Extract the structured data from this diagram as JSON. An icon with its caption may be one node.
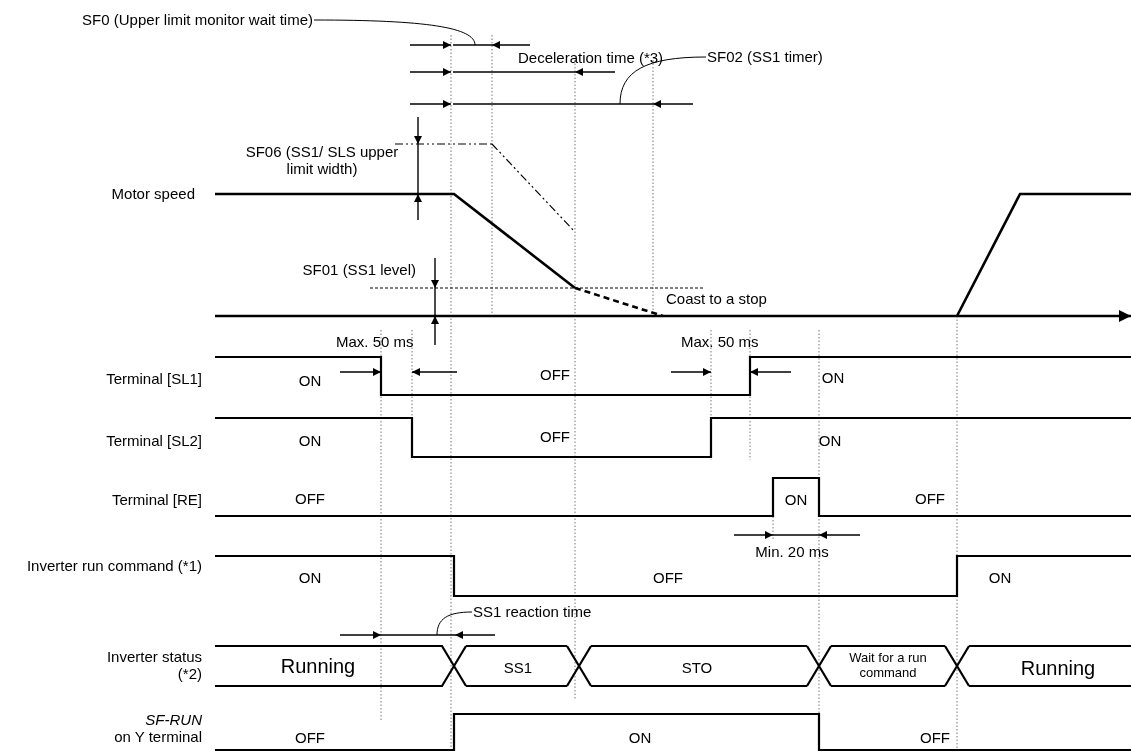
{
  "diagram": {
    "nodes": [
      {
        "text": [
          "SF0 (Upper limit monitor wait time)"
        ]
      },
      {
        "text": [
          "SF02 (SS1 timer)"
        ]
      },
      {
        "text": [
          "SS1 reaction time"
        ]
      }
    ],
    "edges": [
      {
        "from": 0,
        "to": null,
        "arrow": "none"
      },
      {
        "from": 1,
        "to": null,
        "arrow": "none"
      },
      {
        "from": 2,
        "to": null,
        "arrow": "none"
      }
    ],
    "labels": [
      "Deceleration time (*3)",
      "SF06 (SS1/ SLS upper limit width)",
      "Motor speed",
      "SF01 (SS1 level)",
      "Coast to a stop",
      "Max. 50 ms",
      "Max. 50 ms",
      "Terminal [SL1]",
      "ON",
      "OFF",
      "ON",
      "Terminal [SL2]",
      "ON",
      "OFF",
      "ON",
      "Terminal [RE]",
      "OFF",
      "ON",
      "OFF",
      "Min. 20 ms",
      "Inverter run command (*1)",
      "ON",
      "OFF",
      "ON",
      "Inverter status (*2)",
      "Running",
      "SS1",
      "STO",
      "Wait for a run command",
      "Running",
      "*SF-RUN* on Y terminal",
      "OFF",
      "ON",
      "OFF"
    ]
  }
}
